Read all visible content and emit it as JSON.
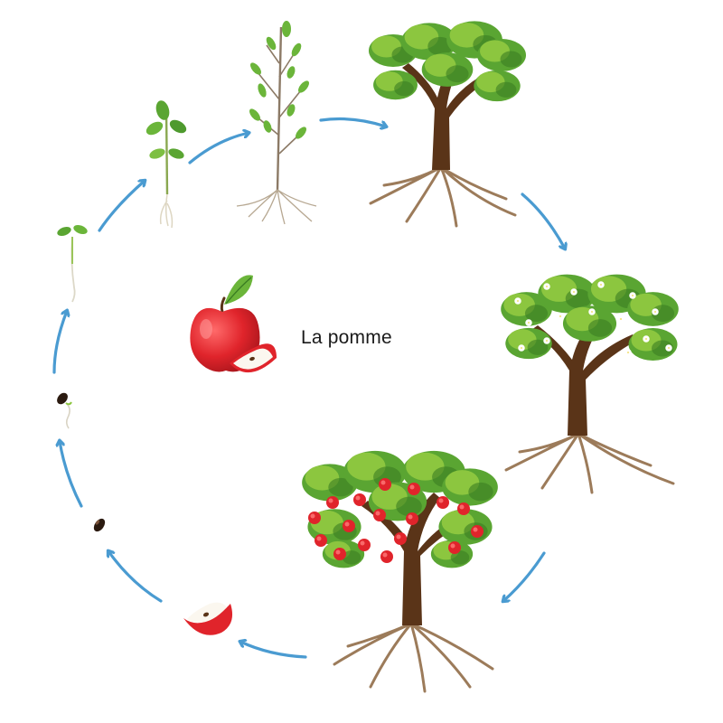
{
  "title": "La pomme",
  "colors": {
    "arrow": "#4a9bd1",
    "leaf_light": "#8cc63f",
    "leaf_mid": "#5aa532",
    "leaf_dark": "#3a7d22",
    "trunk": "#5a3418",
    "trunk_dark": "#3e2210",
    "root": "#9c7b5a",
    "root_dark": "#6e5236",
    "apple": "#e0242b",
    "apple_dark": "#a5151b",
    "flower": "#ffffff"
  },
  "stages": [
    {
      "name": "seed-stage"
    },
    {
      "name": "germinating-seed-stage"
    },
    {
      "name": "sprout-stage"
    },
    {
      "name": "seedling-stage"
    },
    {
      "name": "sapling-stage"
    },
    {
      "name": "young-tree-stage"
    },
    {
      "name": "flowering-tree-stage"
    },
    {
      "name": "fruiting-tree-stage"
    },
    {
      "name": "apple-slice-stage"
    }
  ]
}
